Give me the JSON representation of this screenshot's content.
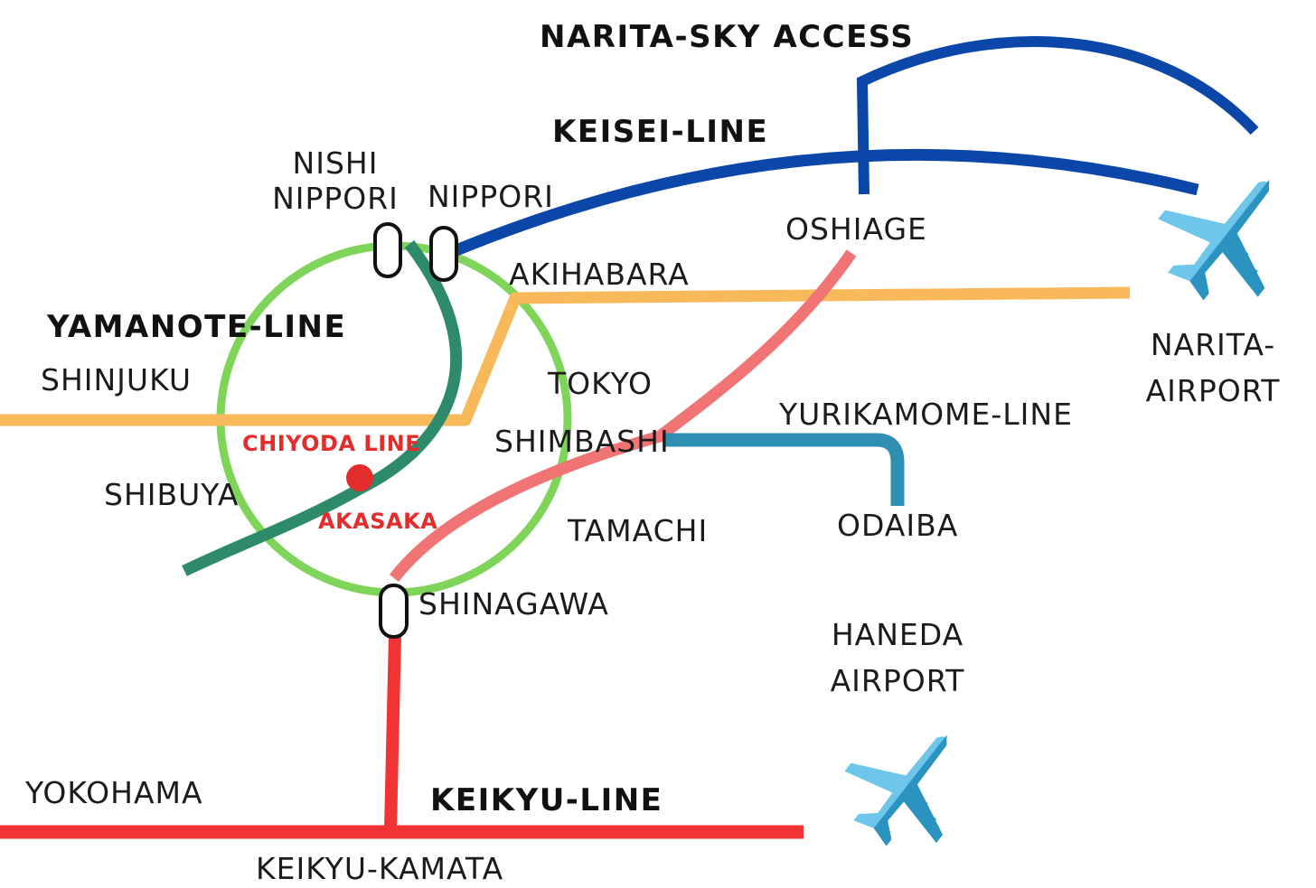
{
  "lines": {
    "narita_sky_access": {
      "label": "NARITA-SKY ACCESS",
      "color": "#0b47a8"
    },
    "keisei": {
      "label": "KEISEI-LINE",
      "color": "#0b47a8"
    },
    "yamanote": {
      "label": "YAMANOTE-LINE",
      "color": "#7fd45a"
    },
    "chiyoda": {
      "label": "CHIYODA LINE",
      "color": "#2e8b6a"
    },
    "orange": {
      "color": "#f8b95a"
    },
    "asakusa": {
      "color": "#f07474"
    },
    "yurikamome": {
      "label": "YURIKAMOME-LINE",
      "color": "#2e8fb3"
    },
    "keikyu": {
      "label": "KEIKYU-LINE",
      "color": "#f23333"
    }
  },
  "stations": {
    "nishi_nippori": [
      "NISHI",
      "NIPPORI"
    ],
    "nippori": "NIPPORI",
    "oshiage": "OSHIAGE",
    "akihabara": "AKIHABARA",
    "shinjuku": "SHINJUKU",
    "tokyo": "TOKYO",
    "shimbashi": "SHIMBASHI",
    "shibuya": "SHIBUYA",
    "akasaka": "AKASAKA",
    "tamachi": "TAMACHI",
    "odaiba": "ODAIBA",
    "shinagawa": "SHINAGAWA",
    "yokohama": "YOKOHAMA",
    "keikyu_kamata": "KEIKYU-KAMATA"
  },
  "airports": {
    "narita": {
      "label": [
        "NARITA-",
        "AIRPORT"
      ],
      "icon": "airplane-icon"
    },
    "haneda": {
      "label": [
        "HANEDA",
        "AIRPORT"
      ],
      "icon": "airplane-icon"
    }
  },
  "colors": {
    "plane_light": "#6ec6ea",
    "plane_dark": "#2a93c0",
    "station_marker_fill": "#ffffff",
    "station_marker_stroke": "#111111",
    "akasaka_dot": "#e32c2c"
  }
}
